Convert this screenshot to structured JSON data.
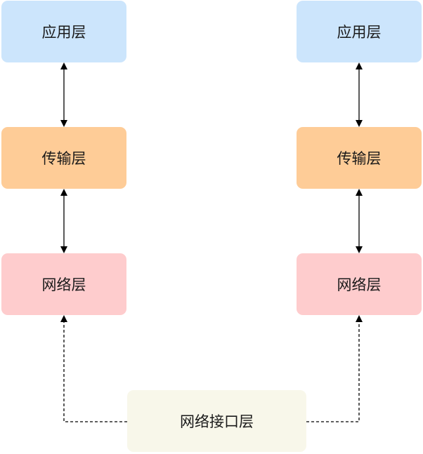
{
  "left_stack": {
    "application": "应用层",
    "transport": "传输层",
    "network": "网络层"
  },
  "right_stack": {
    "application": "应用层",
    "transport": "传输层",
    "network": "网络层"
  },
  "network_interface": "网络接口层",
  "colors": {
    "application": "#cce5fc",
    "transport": "#fecc97",
    "network": "#fecccd",
    "network_interface": "#f8f7ea"
  }
}
